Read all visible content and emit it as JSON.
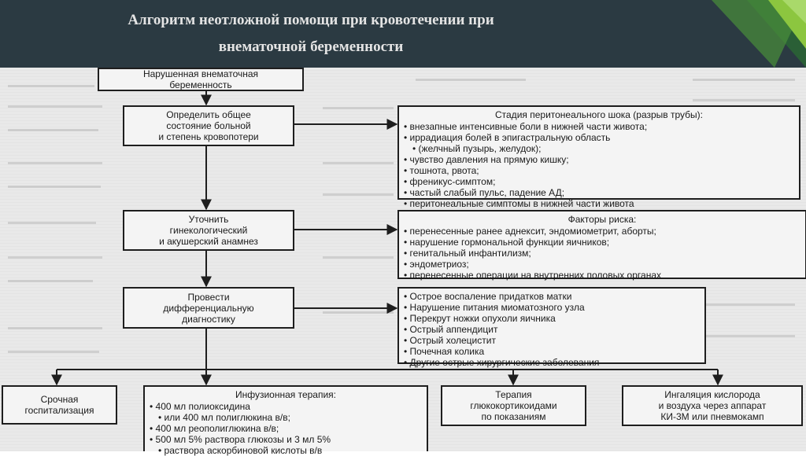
{
  "slide": {
    "title_line1": "Алгоритм неотложной помощи при кровотечении при",
    "title_line2": "внематочной беременности"
  },
  "colors": {
    "header_bg": "#2b3a42",
    "accent_green": "#8cc63f",
    "box_border": "#1e1e1e"
  },
  "flow": {
    "start": {
      "lines": [
        "Нарушенная внематочная",
        "беременность"
      ]
    },
    "assess": {
      "lines": [
        "Определить общее",
        "состояние больной",
        "и степень кровопотери"
      ]
    },
    "anamnesis": {
      "lines": [
        "Уточнить",
        "гинекологический",
        "и акушерский анамнез"
      ]
    },
    "diff": {
      "lines": [
        "Провести",
        "дифференциальную",
        "диагностику"
      ]
    }
  },
  "shock": {
    "heading": "Стадия перитонеального шока (разрыв трубы):",
    "items": [
      "внезапные интенсивные боли в нижней части живота;",
      "иррадиация болей в эпигастральную область",
      "(желчный пузырь, желудок);",
      "чувство давления на прямую кишку;",
      "тошнота, рвота;",
      "френикус-симптом;",
      "частый слабый пульс, падение АД;",
      "перитонеальные симптомы в нижней части живота"
    ]
  },
  "risk": {
    "heading": "Факторы риска:",
    "items": [
      "перенесенные ранее аднексит, эндомиометрит, аборты;",
      "нарушение гормональной функции яичников;",
      "генитальный инфантилизм;",
      "эндометриоз;",
      "перенесенные операции на внутренних половых органах"
    ]
  },
  "differential": {
    "items": [
      "Острое воспаление придатков матки",
      "Нарушение питания миоматозного узла",
      "Перекрут ножки опухоли яичника",
      "Острый аппендицит",
      "Острый холецистит",
      "Почечная колика",
      "Другие острые хирургические заболевания"
    ]
  },
  "actions": {
    "hospital": {
      "lines": [
        "Срочная",
        "госпитализация"
      ]
    },
    "infusion": {
      "heading": "Инфузионная терапия:",
      "items": [
        "400 мл полиоксидина",
        "или 400 мл полиглюкина в/в;",
        "400 мл реополиглюкина в/в;",
        "500 мл 5% раствора глюкозы и 3 мл 5%",
        "раствора аскорбиновой кислоты в/в"
      ]
    },
    "glucocorticoid": {
      "lines": [
        "Терапия",
        "глюкокортикоидами",
        "по показаниям"
      ]
    },
    "oxygen": {
      "lines": [
        "Ингаляция кислорода",
        "и воздуха через аппарат",
        "КИ-3М или пневмокамп"
      ]
    }
  }
}
